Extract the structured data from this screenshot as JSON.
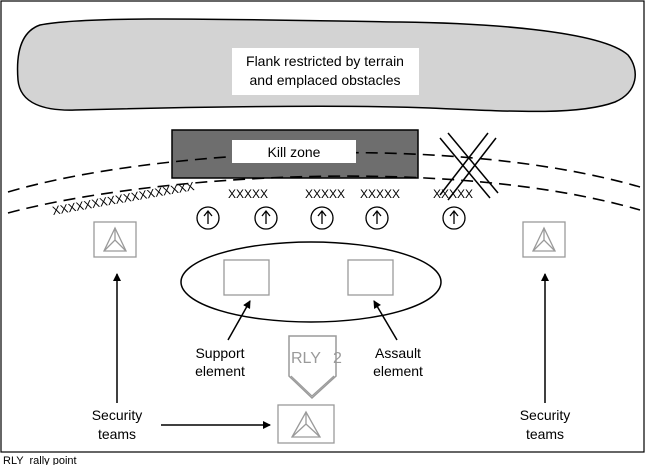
{
  "terrain_label": {
    "line1": "Flank restricted by terrain",
    "line2": "and emplaced obstacles"
  },
  "kill_zone_label": "Kill zone",
  "wire_obstacles": {
    "long_row": "XXXXXXXXXXXXXXXXXX",
    "short_row": "XXXXX"
  },
  "support_label": {
    "line1": "Support",
    "line2": "element"
  },
  "assault_label": {
    "line1": "Assault",
    "line2": "element"
  },
  "rally_point": {
    "text": "RLY",
    "number": "2"
  },
  "security_left": {
    "line1": "Security",
    "line2": "teams"
  },
  "security_right": {
    "line1": "Security",
    "line2": "teams"
  },
  "footnote": "RLY  rally point",
  "colors": {
    "terrain_fill": "#d3d3d3",
    "kill_zone_fill": "#6e6e6e",
    "symbol_gray": "#9a9a9a",
    "line": "#000000"
  }
}
